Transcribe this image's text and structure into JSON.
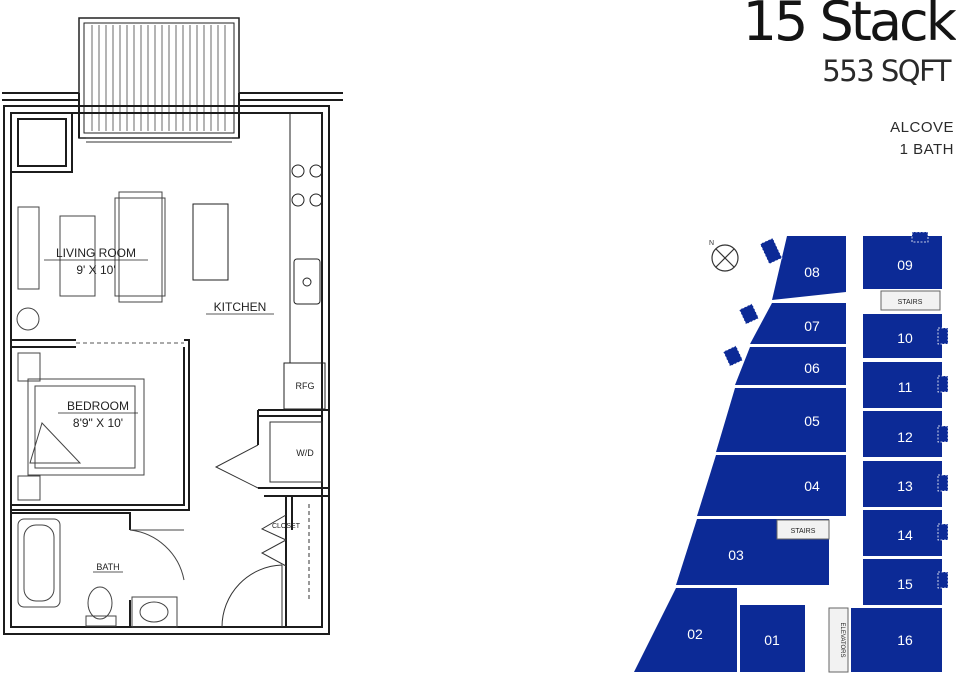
{
  "header": {
    "title": "15 Stack",
    "area": "553 SQFT",
    "unit_type": "ALCOVE",
    "baths": "1 BATH"
  },
  "floorplan": {
    "rooms": {
      "living_room": {
        "name": "LIVING ROOM",
        "dims": "9' X 10'"
      },
      "bedroom": {
        "name": "BEDROOM",
        "dims": "8'9\" X 10'"
      },
      "kitchen": {
        "name": "KITCHEN"
      },
      "bath": {
        "name": "BATH"
      },
      "closet": {
        "name": "CLOSET"
      },
      "refrigerator": {
        "name": "RFG"
      },
      "washer_dryer": {
        "name": "W/D"
      }
    }
  },
  "keyplan": {
    "north_label": "N",
    "unit_color": "#0c2a96",
    "units": [
      {
        "id": "01"
      },
      {
        "id": "02"
      },
      {
        "id": "03"
      },
      {
        "id": "04"
      },
      {
        "id": "05"
      },
      {
        "id": "06"
      },
      {
        "id": "07"
      },
      {
        "id": "08"
      },
      {
        "id": "09"
      },
      {
        "id": "10"
      },
      {
        "id": "11"
      },
      {
        "id": "12"
      },
      {
        "id": "13"
      },
      {
        "id": "14"
      },
      {
        "id": "15"
      },
      {
        "id": "16"
      }
    ],
    "labels": {
      "stairs_upper": "STAIRS",
      "stairs_lower": "STAIRS",
      "elevators": "ELEVATORS"
    }
  }
}
